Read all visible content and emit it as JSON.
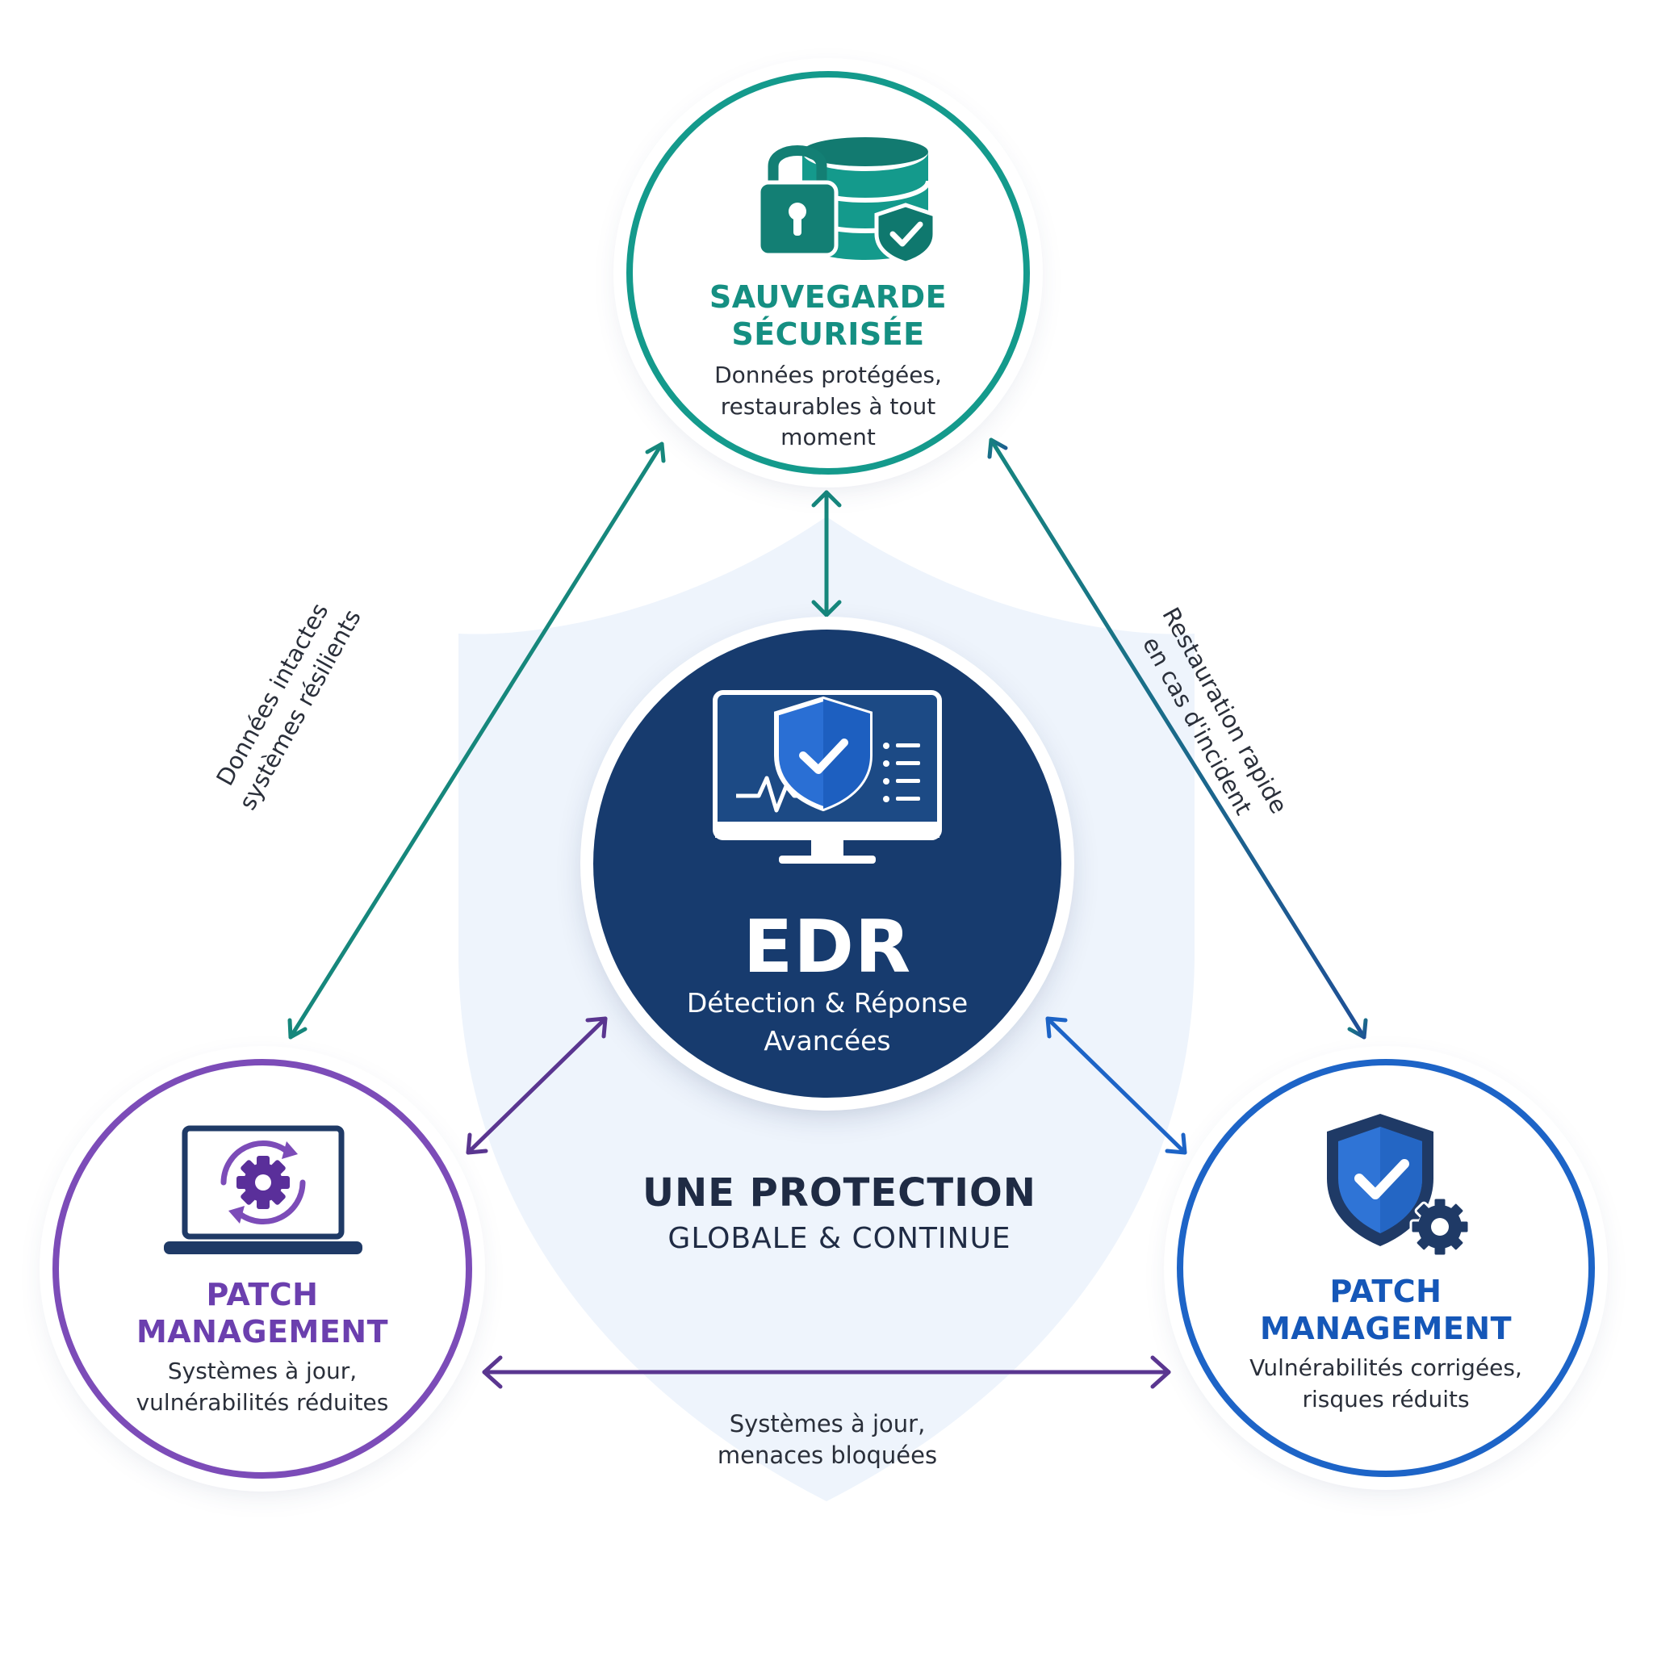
{
  "colors": {
    "teal": "#149a8c",
    "navy": "#173b6e",
    "purple": "#7c4cb8",
    "blue": "#1d64c7",
    "shield_fill": "#eef4fc"
  },
  "nodes": {
    "backup": {
      "title_line1": "SAUVEGARDE",
      "title_line2": "SÉCURISÉE",
      "desc_line1": "Données protégées,",
      "desc_line2": "restaurables à tout",
      "desc_line3": "moment",
      "icon": "lock-database-shield-icon"
    },
    "edr": {
      "title": "EDR",
      "desc_line1": "Détection & Réponse",
      "desc_line2": "Avancées",
      "icon": "monitor-shield-icon"
    },
    "patch_left": {
      "title_line1": "PATCH",
      "title_line2": "MANAGEMENT",
      "desc_line1": "Systèmes à jour,",
      "desc_line2": "vulnérabilités réduites",
      "icon": "laptop-gear-icon"
    },
    "patch_right": {
      "title_line1": "PATCH",
      "title_line2": "MANAGEMENT",
      "desc_line1": "Vulnérabilités corrigées,",
      "desc_line2": "risques réduits",
      "icon": "shield-gear-icon"
    }
  },
  "edges": {
    "left": {
      "line1": "Données intactes",
      "line2": "systèmes résilients"
    },
    "right": {
      "line1": "Restauration rapide",
      "line2": "en cas d'incident"
    },
    "bottom": {
      "line1": "Systèmes à jour,",
      "line2": "menaces bloquées"
    }
  },
  "center_caption": {
    "main": "UNE PROTECTION",
    "sub": "GLOBALE & CONTINUE"
  }
}
